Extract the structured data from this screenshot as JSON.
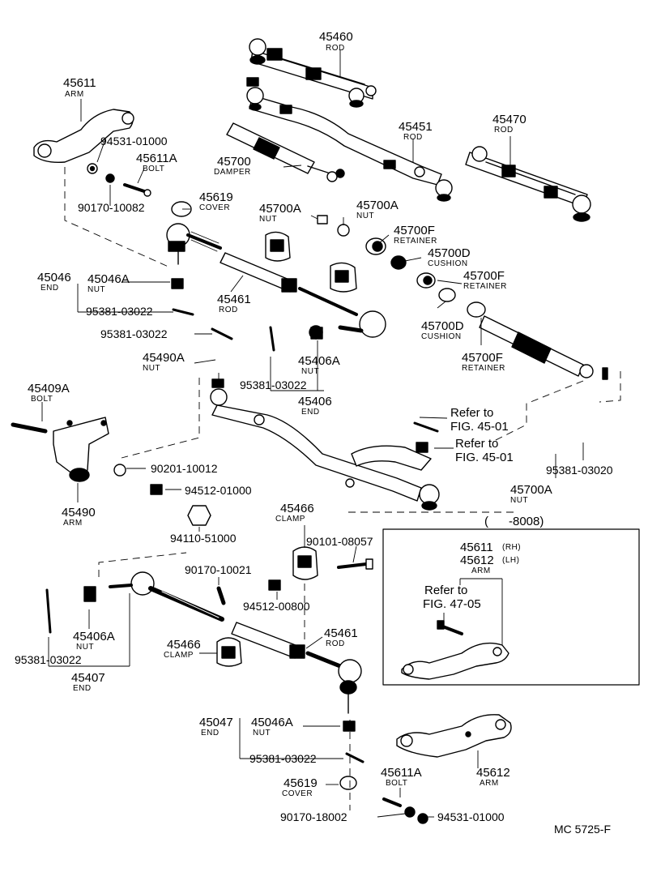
{
  "diagram": {
    "figure_code": "MC 5725-F",
    "labels": {
      "l45460": {
        "num": "45460",
        "name": "ROD"
      },
      "l45611": {
        "num": "45611",
        "name": "ARM"
      },
      "l94531a": {
        "num": "94531-01000"
      },
      "l45611A": {
        "num": "45611A",
        "name": "BOLT"
      },
      "l45451": {
        "num": "45451",
        "name": "ROD"
      },
      "l45470": {
        "num": "45470",
        "name": "ROD"
      },
      "l45700": {
        "num": "45700",
        "name": "DAMPER"
      },
      "l90170a": {
        "num": "90170-10082"
      },
      "l45619a": {
        "num": "45619",
        "name": "COVER"
      },
      "l45700Aa": {
        "num": "45700A",
        "name": "NUT"
      },
      "l45700Ab": {
        "num": "45700A",
        "name": "NUT"
      },
      "l45700Fa": {
        "num": "45700F",
        "name": "RETAINER"
      },
      "l45700Da": {
        "num": "45700D",
        "name": "CUSHION"
      },
      "l45046": {
        "num": "45046",
        "name": "END"
      },
      "l45046Aa": {
        "num": "45046A",
        "name": "NUT"
      },
      "l45461a": {
        "num": "45461",
        "name": "ROD"
      },
      "l45700Fb": {
        "num": "45700F",
        "name": "RETAINER"
      },
      "l95381a": {
        "num": "95381-03022"
      },
      "l45700Db": {
        "num": "45700D",
        "name": "CUSHION"
      },
      "l95381b": {
        "num": "95381-03022"
      },
      "l45490A": {
        "num": "45490A",
        "name": "NUT"
      },
      "l45406A": {
        "num": "45406A",
        "name": "NUT"
      },
      "l45700Fc": {
        "num": "45700F",
        "name": "RETAINER"
      },
      "l95381c": {
        "num": "95381-03022"
      },
      "l45406": {
        "num": "45406",
        "name": "END"
      },
      "l45409A": {
        "num": "45409A",
        "name": "BOLT"
      },
      "ref1": {
        "text1": "Refer to",
        "text2": "FIG. 45-01"
      },
      "ref2": {
        "text1": "Refer to",
        "text2": "FIG. 45-01"
      },
      "l90201": {
        "num": "90201-10012"
      },
      "l95381d": {
        "num": "95381-03020"
      },
      "l94512a": {
        "num": "94512-01000"
      },
      "l45700Ac": {
        "num": "45700A",
        "name": "NUT"
      },
      "l45490": {
        "num": "45490",
        "name": "ARM"
      },
      "l45466a": {
        "num": "45466",
        "name": "CLAMP"
      },
      "l94110": {
        "num": "94110-51000"
      },
      "l90101": {
        "num": "90101-08057"
      },
      "l90170b": {
        "num": "90170-10021"
      },
      "l94512b": {
        "num": "94512-00800"
      },
      "l45406Ab": {
        "num": "45406A",
        "name": "NUT"
      },
      "l45461b": {
        "num": "45461",
        "name": "ROD"
      },
      "l45466b": {
        "num": "45466",
        "name": "CLAMP"
      },
      "l95381e": {
        "num": "95381-03022"
      },
      "l45407": {
        "num": "45407",
        "name": "END"
      },
      "l45047": {
        "num": "45047",
        "name": "END"
      },
      "l45046Ab": {
        "num": "45046A",
        "name": "NUT"
      },
      "l95381f": {
        "num": "95381-03022"
      },
      "l45612": {
        "num": "45612",
        "name": "ARM"
      },
      "l45619b": {
        "num": "45619",
        "name": "COVER"
      },
      "l45611Ab": {
        "num": "45611A",
        "name": "BOLT"
      },
      "l90170c": {
        "num": "90170-18002"
      },
      "l94531b": {
        "num": "94531-01000"
      }
    },
    "inset": {
      "date_range": "(      -8008)",
      "rh": {
        "num": "45611",
        "suffix": "(RH)"
      },
      "lh": {
        "num": "45612",
        "suffix": "(LH)"
      },
      "arm_name": "ARM",
      "ref_text1": "Refer to",
      "ref_text2": "FIG. 47-05"
    }
  }
}
